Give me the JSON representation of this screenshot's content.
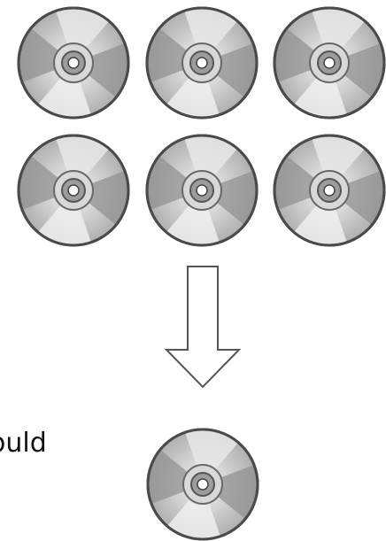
{
  "caption_text": "ould",
  "disc_icon": "cd-disc-icon",
  "arrow_icon": "down-arrow-icon",
  "disc_count_top_grid": 6,
  "disc_count_bottom": 1,
  "colors": {
    "disc_outline": "#4a4a4a",
    "disc_light": "#ededed",
    "disc_mid": "#bdbdbd",
    "disc_dark": "#8d8d8d",
    "hub": "#9a9a9a",
    "arrow_stroke": "#555555",
    "background": "#ffffff"
  }
}
